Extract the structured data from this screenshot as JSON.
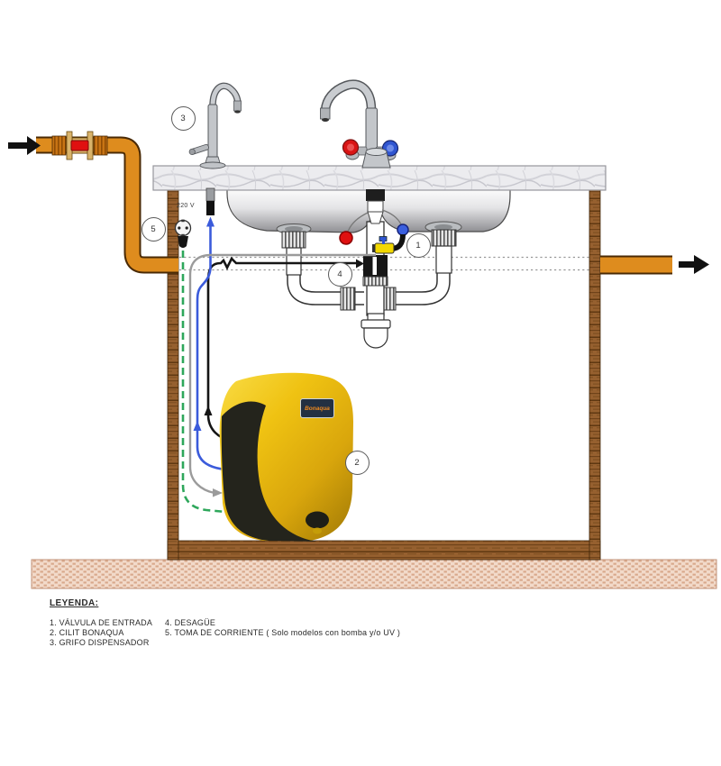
{
  "legend": {
    "title": "LEYENDA:",
    "items": [
      "1. VÁLVULA DE ENTRADA",
      "2. CILIT  BONAQUA",
      "3. GRIFO  DISPENSADOR",
      "4. DESAGÜE",
      "5. TOMA DE CORRIENTE  ( Solo modelos con bomba y/o UV )"
    ]
  },
  "callouts": [
    "1",
    "2",
    "3",
    "4",
    "5"
  ],
  "labels": {
    "voltage": "220 V",
    "unit_brand": "Bonaqua"
  },
  "colors": {
    "unit_yellow": "#E3B90E",
    "pipe_orange": "#DE8C1E",
    "valve_red": "#E01010",
    "tube_blue": "#3B5BDB",
    "cord_green": "#2EA75B",
    "feed_gray": "#9B9B9B",
    "drain_black": "#151515",
    "wood_brown": "#8F5B2E",
    "marble_gray": "#EDEDEF",
    "brick_pink": "#EFD5C4"
  }
}
